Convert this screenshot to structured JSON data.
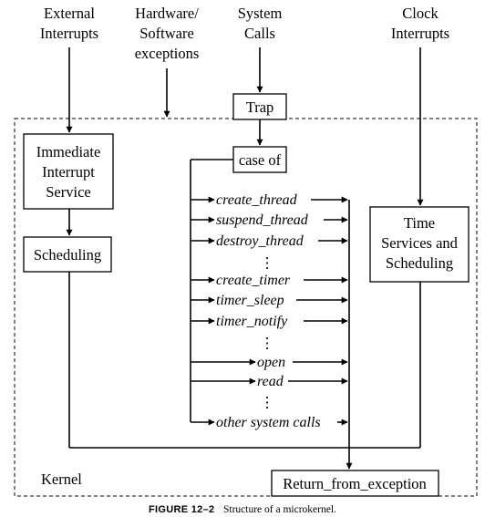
{
  "inputs": {
    "external_interrupts": [
      "External",
      "Interrupts"
    ],
    "hw_sw_exceptions": [
      "Hardware/",
      "Software",
      "exceptions"
    ],
    "system_calls": [
      "System",
      "Calls"
    ],
    "clock_interrupts": [
      "Clock",
      "Interrupts"
    ]
  },
  "boxes": {
    "trap": "Trap",
    "case_of": "case of",
    "immediate_interrupt_service": [
      "Immediate",
      "Interrupt",
      "Service"
    ],
    "scheduling": "Scheduling",
    "time_services": [
      "Time",
      "Services and",
      "Scheduling"
    ],
    "return_from_exception": "Return_from_exception"
  },
  "calls": {
    "create_thread": "create_thread",
    "suspend_thread": "suspend_thread",
    "destroy_thread": "destroy_thread",
    "create_timer": "create_timer",
    "timer_sleep": "timer_sleep",
    "timer_notify": "timer_notify",
    "open": "open",
    "read": "read",
    "other_system_calls": "other system calls"
  },
  "ellipsis": "⋮",
  "kernel_label": "Kernel",
  "caption": {
    "figure": "FIGURE 12–2",
    "text": "Structure of a microkernel."
  }
}
